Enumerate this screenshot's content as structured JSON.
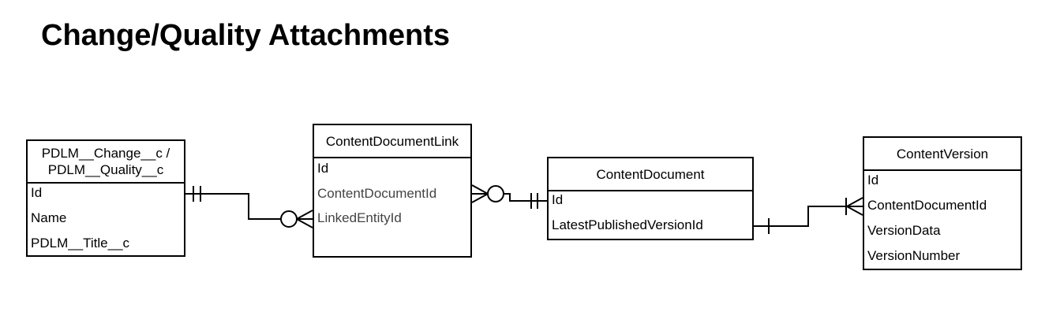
{
  "title": "Change/Quality Attachments",
  "entities": {
    "change_quality": {
      "name": "PDLM__Change__c /\nPDLM__Quality__c",
      "fields": [
        "Id",
        "Name",
        "PDLM__Title__c"
      ]
    },
    "content_document_link": {
      "name": "ContentDocumentLink",
      "fields": [
        "Id",
        "ContentDocumentId",
        "LinkedEntityId"
      ]
    },
    "content_document": {
      "name": "ContentDocument",
      "fields": [
        "Id",
        "LatestPublishedVersionId"
      ]
    },
    "content_version": {
      "name": "ContentVersion",
      "fields": [
        "Id",
        "ContentDocumentId",
        "VersionData",
        "VersionNumber"
      ]
    }
  },
  "relationships": [
    {
      "from": "change_quality.Id",
      "from_cardinality": "one-and-only-one",
      "to": "content_document_link.LinkedEntityId",
      "to_cardinality": "zero-or-many"
    },
    {
      "from": "content_document_link.ContentDocumentId",
      "from_cardinality": "zero-or-many",
      "to": "content_document.Id",
      "to_cardinality": "one-and-only-one"
    },
    {
      "from": "content_document.LatestPublishedVersionId",
      "from_cardinality": "one",
      "to": "content_version.ContentDocumentId",
      "to_cardinality": "one-or-many"
    }
  ]
}
